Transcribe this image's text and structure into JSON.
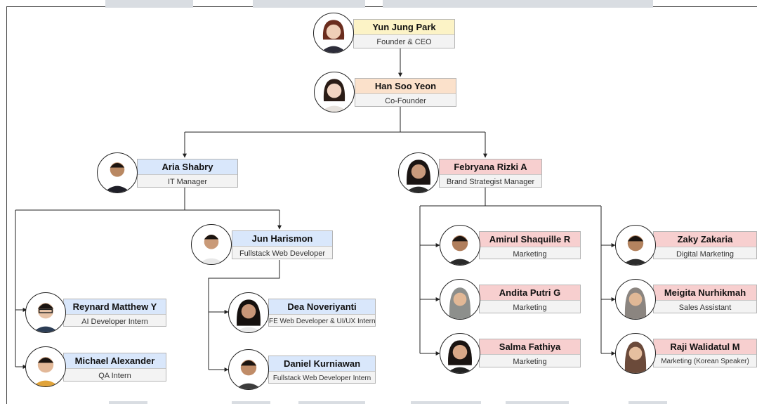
{
  "members": {
    "ceo": {
      "name": "Yun Jung Park",
      "role": "Founder & CEO"
    },
    "cofounder": {
      "name": "Han Soo Yeon",
      "role": "Co-Founder"
    },
    "it": {
      "name": "Aria Shabry",
      "role": "IT Manager"
    },
    "brand": {
      "name": "Febryana Rizki A",
      "role": "Brand Strategist Manager"
    },
    "jun": {
      "name": "Jun Harismon",
      "role": "Fullstack Web Developer"
    },
    "reynard": {
      "name": "Reynard Matthew Y",
      "role": "AI Developer Intern"
    },
    "michael": {
      "name": "Michael Alexander",
      "role": "QA Intern"
    },
    "dea": {
      "name": "Dea Noveriyanti",
      "role": "FE Web Developer & UI/UX Intern"
    },
    "daniel": {
      "name": "Daniel Kurniawan",
      "role": "Fullstack Web Developer Intern"
    },
    "amirul": {
      "name": "Amirul Shaquille R",
      "role": "Marketing"
    },
    "andita": {
      "name": "Andita Putri G",
      "role": "Marketing"
    },
    "salma": {
      "name": "Salma Fathiya",
      "role": "Marketing"
    },
    "zaky": {
      "name": "Zaky Zakaria",
      "role": "Digital Marketing"
    },
    "meigita": {
      "name": "Meigita Nurhikmah",
      "role": "Sales Assistant"
    },
    "raji": {
      "name": "Raji Walidatul M",
      "role": "Marketing (Korean Speaker)"
    }
  },
  "colors": {
    "yellow_header": "#fcf3c6",
    "orange_header": "#fbe1cb",
    "blue_header": "#d9e7fb",
    "pink_header": "#f7cfcf",
    "box_body": "#f3f3f3",
    "connector": "#222222"
  }
}
